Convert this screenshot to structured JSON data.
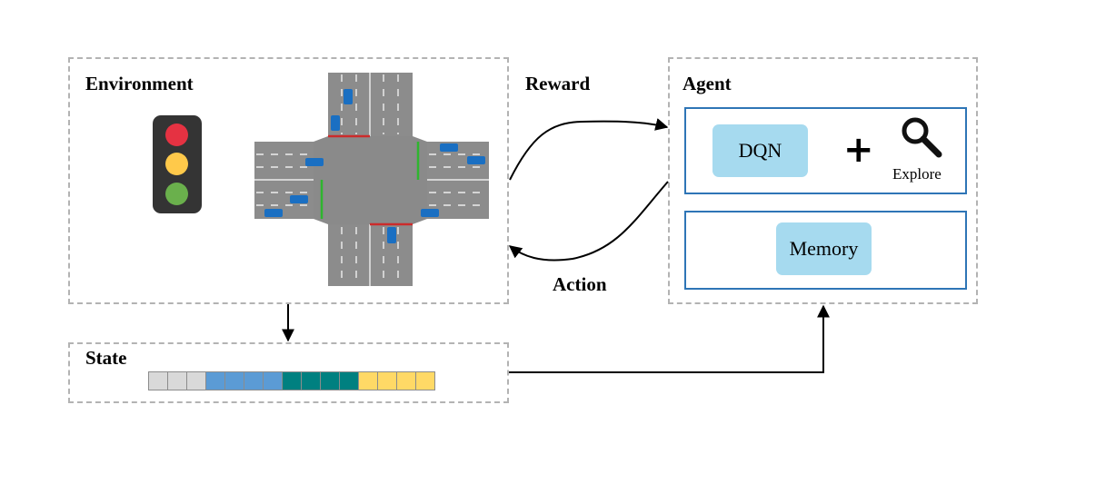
{
  "environment": {
    "title": "Environment"
  },
  "agent": {
    "title": "Agent",
    "dqn_label": "DQN",
    "plus_symbol": "+",
    "explore_label": "Explore",
    "memory_label": "Memory"
  },
  "state": {
    "title": "State",
    "cells": [
      "#d9d9d9",
      "#d9d9d9",
      "#d9d9d9",
      "#5b9bd5",
      "#5b9bd5",
      "#5b9bd5",
      "#5b9bd5",
      "#008080",
      "#008080",
      "#008080",
      "#008080",
      "#ffd966",
      "#ffd966",
      "#ffd966",
      "#ffd966"
    ]
  },
  "arrows": {
    "reward_label": "Reward",
    "action_label": "Action"
  },
  "traffic_light": {
    "colors": [
      "#e53242",
      "#ffc94a",
      "#6ab04c"
    ]
  },
  "colors": {
    "box_border": "#b3b3b3",
    "agent_border": "#2e75b6",
    "pill_fill": "#a6daef",
    "road": "#8c8c8c",
    "car": "#1a6fc2"
  }
}
